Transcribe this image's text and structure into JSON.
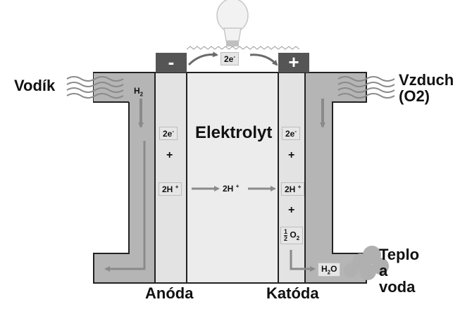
{
  "labels": {
    "hydrogen_in": "Vodík",
    "air_in_line1": "Vzduch",
    "air_in_line2": "(O2)",
    "electrolyte": "Elektrolyt",
    "anode": "Anóda",
    "cathode": "Katóda",
    "output_line1": "Teplo",
    "output_line2": "a",
    "output_line3": "voda"
  },
  "terminals": {
    "negative": "-",
    "positive": "+"
  },
  "circuit": {
    "electrons": "2e",
    "electrons_sup": "-"
  },
  "anode_items": {
    "h2": "H",
    "h2_sub": "2",
    "electrons": "2e",
    "electrons_sup": "-",
    "plus": "+",
    "protons": "2H",
    "protons_sup": "+"
  },
  "electrolyte_items": {
    "protons": "2H",
    "protons_sup": "+"
  },
  "cathode_items": {
    "electrons": "2e",
    "electrons_sup": "-",
    "plus1": "+",
    "protons": "2H",
    "protons_sup": "+",
    "plus2": "+",
    "half_num": "1",
    "half_den": "2",
    "oxygen": "O",
    "oxygen_sub": "2",
    "water": "H",
    "water_sub": "2",
    "water_o": "O"
  },
  "colors": {
    "outline": "#222222",
    "channel": "#b5b5b5",
    "electrode": "#e3e3e3",
    "electrolyte": "#ececec",
    "terminal": "#555555",
    "arrow": "#8a8a8a"
  },
  "icons": {
    "lamp": "light-bulb-icon"
  }
}
